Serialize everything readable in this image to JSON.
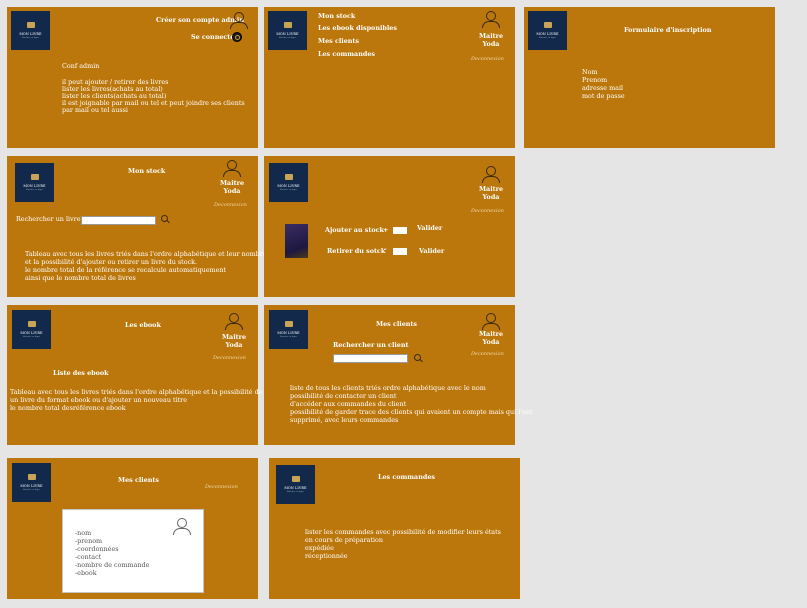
{
  "logo": {
    "title": "MON LIVRE",
    "subtitle": "librairie en ligne"
  },
  "user_name": [
    "Maitre",
    "Yoda"
  ],
  "deconnexion": "Deconnexion",
  "panel1": {
    "create_account": "Créer son compte admin",
    "login": "Se connecter",
    "heading": "Conf admin",
    "lines": [
      "il peut ajouter / retirer des livres",
      "lister les livres(achats au total)",
      "lister les clients(achats au total)",
      "il est joignable par mail ou tel et peut joindre ses clients",
      "par mail ou tel aussi"
    ]
  },
  "panel2": {
    "menu": [
      "Mon stock",
      "Les ebook disponibles",
      "Mes clients",
      "Les commandes"
    ]
  },
  "panel3": {
    "title": "Formulaire d'inscription",
    "fields": [
      "Nom",
      "Prenom",
      "adresse mail",
      "mot de passe"
    ]
  },
  "panel4": {
    "title": "Mon stock",
    "search_label": "Rechercher un livre",
    "lines": [
      "Tableau avec tous les livres triés dans l'ordre alphabétique et leur nombre à coté",
      "et la possibilité d'ajouter ou retirer un livre du stock.",
      "le nombre total de la référence se recalcule automatiquement",
      "ainsi que le nombre total de livres"
    ]
  },
  "panel5": {
    "add_label": "Ajouter au stock",
    "remove_label": "Retirer du sotck",
    "plus": "+",
    "minus": "-",
    "validate": "Valider"
  },
  "panel6": {
    "title": "Les ebook",
    "subtitle": "Liste des ebook",
    "lines": [
      "Tableau avec tous les livres triés dans l'ordre alphabétique et la possibilité de supprimer",
      "un livre du format ebook ou d'ajouter un nouveau titre",
      "le nombre total desréférence ebook"
    ]
  },
  "panel7": {
    "title": "Mes clients",
    "search_label": "Rechercher un client",
    "lines": [
      "liste de tous les clients triés ordre alphabétique avec le nom",
      "possibilité de contacter un client",
      "d'accéder aux commandes du client",
      "possibilité de garder trace des clients qui avaient un compte mais qui l'ont",
      "supprimé, avec leurs commandes"
    ]
  },
  "panel8": {
    "title": "Mes clients",
    "card_lines": [
      "-nom",
      "-prenom",
      "-coordonnées",
      "-contact",
      "-nombre de commande",
      "-ebook"
    ]
  },
  "panel9": {
    "title": "Les commandes",
    "lines": [
      "lister les commandes avec possibilité de modifier leurs états",
      "en cours de préparation",
      "expédiée",
      "réceptionnée"
    ]
  }
}
